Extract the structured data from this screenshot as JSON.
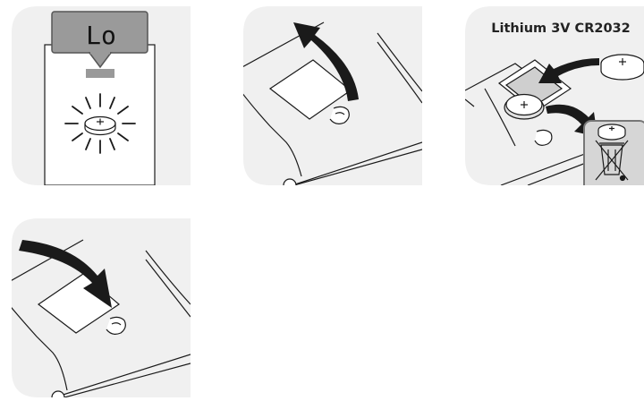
{
  "steps": [
    {
      "lcd_text": "Lo",
      "icons": [
        "lcd-display",
        "flashing-battery-icon"
      ]
    },
    {
      "icons": [
        "open-arrow-icon",
        "battery-cover"
      ]
    },
    {
      "battery_label": "Lithium 3V CR2032",
      "icons": [
        "new-coin-cell",
        "insert-arrow-icon",
        "remove-arrow-icon",
        "old-coin-cell",
        "crossed-bin-icon"
      ]
    },
    {
      "icons": [
        "close-arrow-icon",
        "battery-cover"
      ]
    }
  ],
  "colors": {
    "panel_bg": "#f0f0f0",
    "lcd_bg": "#9a9a9a",
    "bin_box_bg": "#d6d6d6",
    "bin_box_border": "#777777",
    "line": "#1a1a1a"
  }
}
